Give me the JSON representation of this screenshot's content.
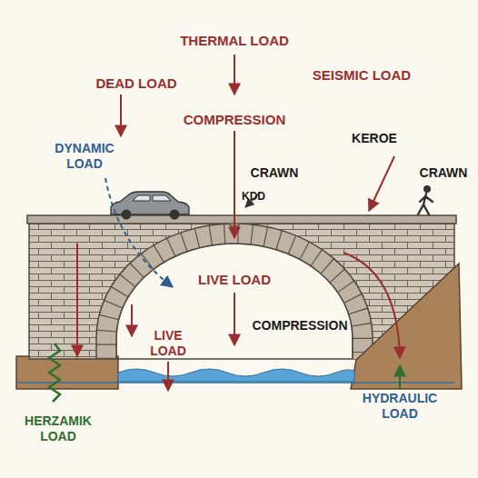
{
  "diagram": {
    "labels": [
      "THERMAL LOAD",
      "SEISMIC LOAD",
      "DEAD LOAD",
      "COMPRESSION",
      "DYNAMIC LOAD",
      "KEROE",
      "CRAWN",
      "CRAWN",
      "KDD",
      "LIVE LOAD",
      "COMPRESSION",
      "LIVE LOAD",
      "HERZAMIK LOAD",
      "HYDRAULIC LOAD"
    ]
  }
}
